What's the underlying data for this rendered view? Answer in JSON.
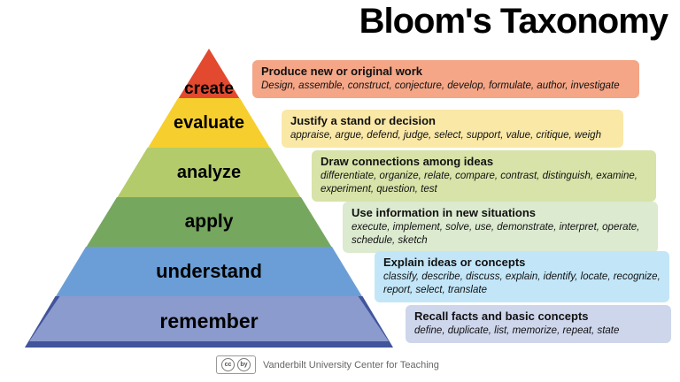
{
  "title": "Bloom's Taxonomy",
  "levels": [
    {
      "name": "create",
      "heading": "Produce new or original work",
      "verbs": "Design, assemble, construct, conjecture, develop, formulate, author, investigate",
      "band_color": "#e2492f",
      "box_color": "#f4a687"
    },
    {
      "name": "evaluate",
      "heading": "Justify a stand or decision",
      "verbs": "appraise, argue, defend, judge, select, support, value, critique, weigh",
      "band_color": "#f6cf2e",
      "box_color": "#fae8a6"
    },
    {
      "name": "analyze",
      "heading": "Draw connections among ideas",
      "verbs": "differentiate, organize, relate, compare, contrast, distinguish, examine, experiment, question, test",
      "band_color": "#b3cb6a",
      "box_color": "#d7e3a8"
    },
    {
      "name": "apply",
      "heading": "Use information in new situations",
      "verbs": "execute, implement, solve, use, demonstrate, interpret, operate, schedule, sketch",
      "band_color": "#76a75f",
      "box_color": "#dcead0"
    },
    {
      "name": "understand",
      "heading": "Explain ideas or concepts",
      "verbs": "classify, describe, discuss, explain, identify, locate, recognize, report, select, translate",
      "band_color": "#6b9ed6",
      "box_color": "#c2e6f8"
    },
    {
      "name": "remember",
      "heading": "Recall facts and basic concepts",
      "verbs": "define, duplicate, list, memorize, repeat, state",
      "band_color": "#8b9bcd",
      "box_color": "#ced6ec",
      "edge_color": "#41549c"
    }
  ],
  "footer": {
    "credit": "Vanderbilt University Center for Teaching",
    "cc_label": "cc",
    "by_label": "by"
  }
}
